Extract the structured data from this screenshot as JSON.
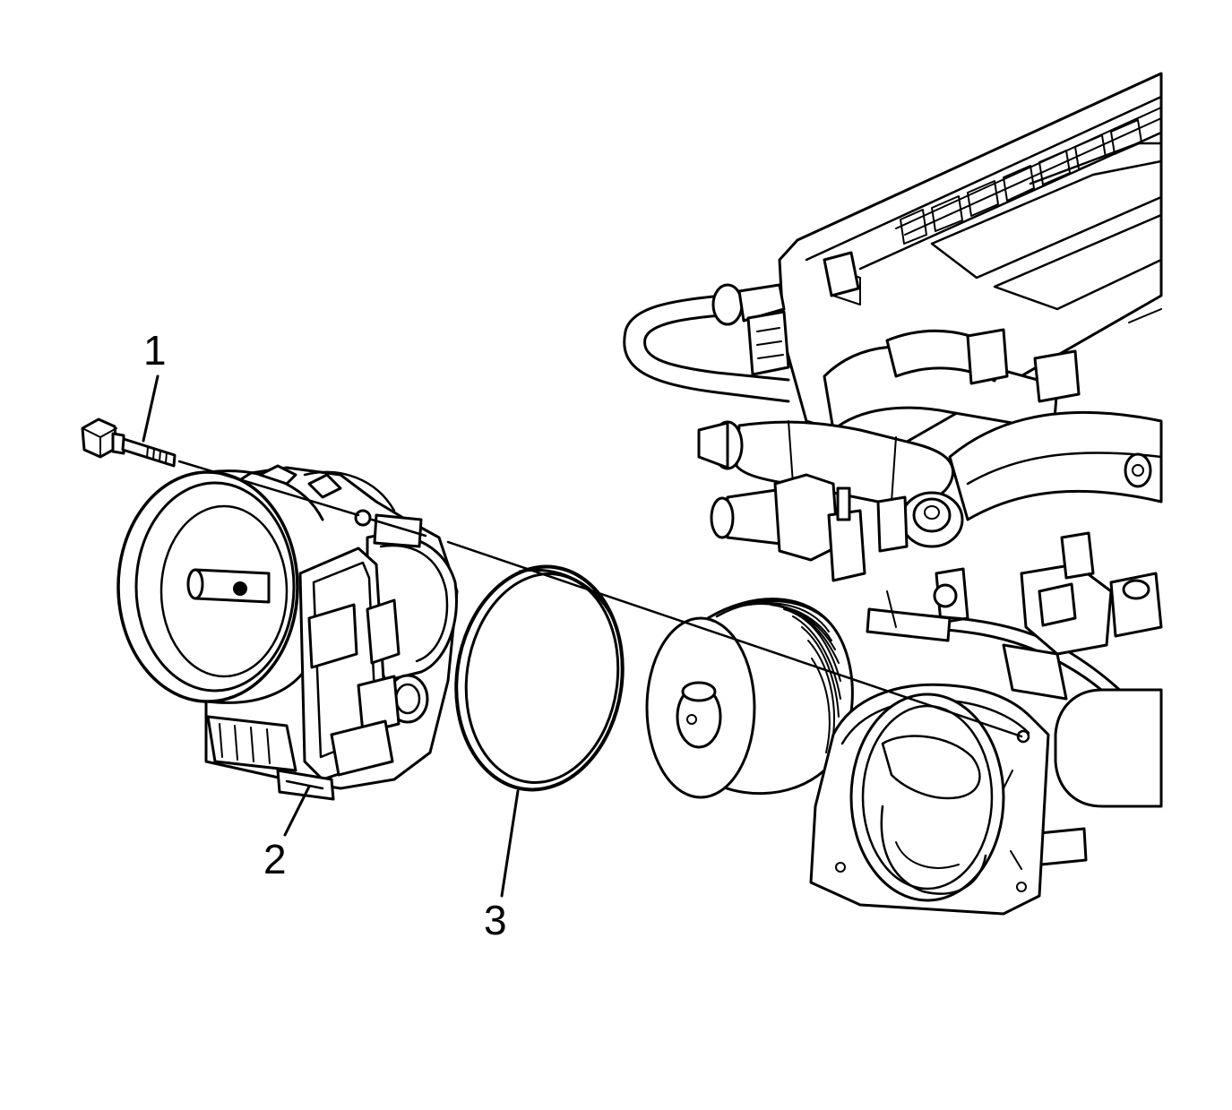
{
  "diagram": {
    "callouts": [
      {
        "number": "1",
        "part": "bolt"
      },
      {
        "number": "2",
        "part": "throttle-body"
      },
      {
        "number": "3",
        "part": "gasket"
      }
    ],
    "colors": {
      "line": "#000000",
      "background": "#ffffff"
    }
  }
}
